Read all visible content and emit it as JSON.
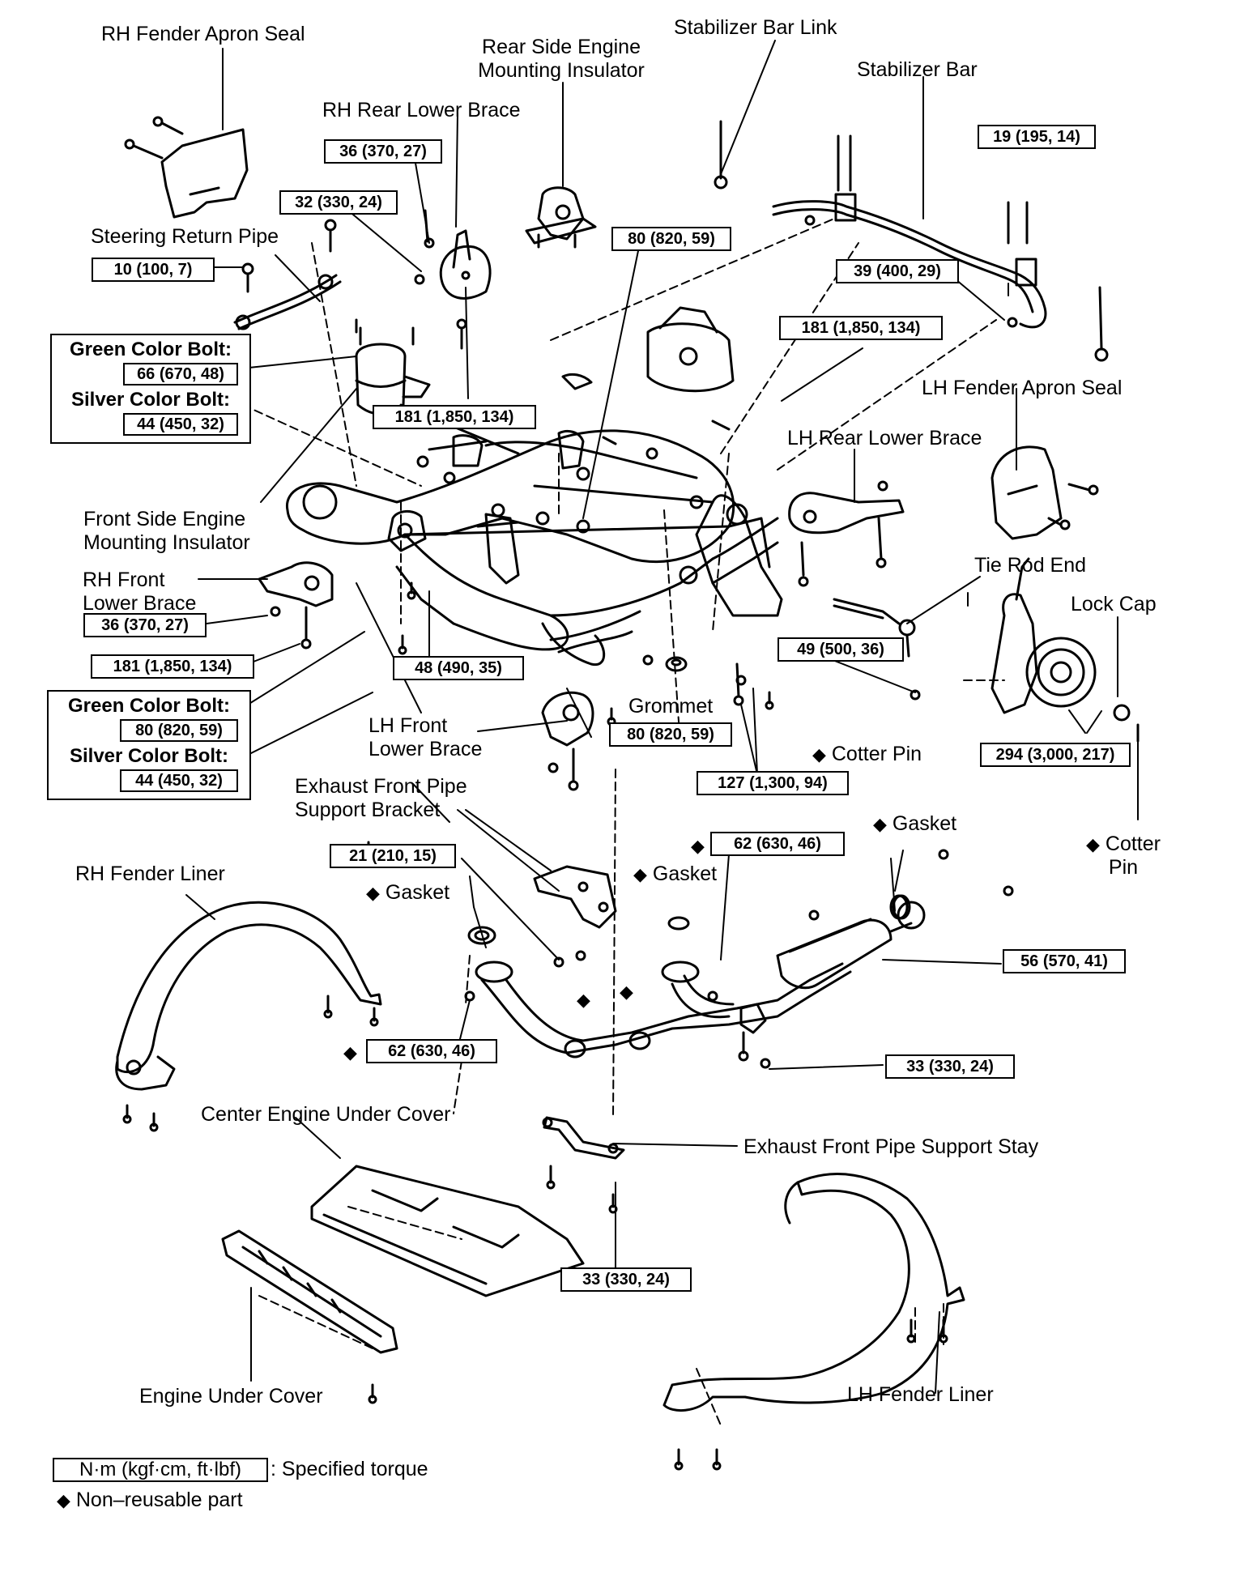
{
  "labels": {
    "rh_fender_apron_seal": "RH Fender Apron Seal",
    "rear_side_engine_mounting_insulator": [
      "Rear Side Engine",
      "Mounting Insulator"
    ],
    "stabilizer_bar_link": "Stabilizer Bar Link",
    "stabilizer_bar": "Stabilizer Bar",
    "rh_rear_lower_brace": "RH Rear Lower Brace",
    "steering_return_pipe": "Steering Return Pipe",
    "lh_fender_apron_seal": "LH Fender Apron Seal",
    "lh_rear_lower_brace": "LH Rear Lower Brace",
    "front_side_engine_mounting_insulator": [
      "Front Side Engine",
      "Mounting Insulator"
    ],
    "rh_front_lower_brace": [
      "RH Front",
      "Lower Brace"
    ],
    "tie_rod_end": "Tie Rod End",
    "lock_cap": "Lock Cap",
    "grommet": "Grommet",
    "lh_front_lower_brace": [
      "LH Front",
      "Lower Brace"
    ],
    "cotter_pin_1": "Cotter Pin",
    "exhaust_front_pipe_support_bracket": [
      "Exhaust Front Pipe",
      "Support Bracket"
    ],
    "gasket_1": "Gasket",
    "gasket_2": "Gasket",
    "gasket_3": "Gasket",
    "cotter_pin_2": [
      "Cotter",
      "Pin"
    ],
    "rh_fender_liner": "RH Fender Liner",
    "center_engine_under_cover": "Center Engine Under Cover",
    "exhaust_front_pipe_support_stay": "Exhaust Front Pipe Support Stay",
    "engine_under_cover": "Engine Under Cover",
    "lh_fender_liner": "LH Fender Liner"
  },
  "torques": {
    "t_36_top": "36 (370, 27)",
    "t_32": "32 (330, 24)",
    "t_80_top": "80 (820, 59)",
    "t_19": "19 (195, 14)",
    "t_10": "10 (100, 7)",
    "t_39": "39 (400, 29)",
    "t_181_right": "181 (1,850, 134)",
    "t_181_mid": "181 (1,850, 134)",
    "t_36_front": "36 (370, 27)",
    "t_181_left": "181 (1,850, 134)",
    "t_48": "48 (490, 35)",
    "t_49": "49 (500, 36)",
    "t_80_mid": "80 (820, 59)",
    "t_294": "294 (3,000, 217)",
    "t_127": "127 (1,300, 94)",
    "t_21": "21 (210, 15)",
    "t_62_right": "62 (630, 46)",
    "t_56": "56 (570, 41)",
    "t_62_left": "62 (630, 46)",
    "t_33_right": "33 (330, 24)",
    "t_33_bottom": "33 (330, 24)"
  },
  "bolt_groups": [
    {
      "green_label": "Green Color Bolt:",
      "green_value": "66 (670, 48)",
      "silver_label": "Silver Color Bolt:",
      "silver_value": "44 (450, 32)"
    },
    {
      "green_label": "Green Color Bolt:",
      "green_value": "80 (820, 59)",
      "silver_label": "Silver Color Bolt:",
      "silver_value": "44 (450, 32)"
    }
  ],
  "legend": {
    "torque_unit": "N·m (kgf·cm, ft·lbf)",
    "torque_desc": ": Specified torque",
    "non_reusable": "Non–reusable part",
    "diamond": "◆"
  }
}
